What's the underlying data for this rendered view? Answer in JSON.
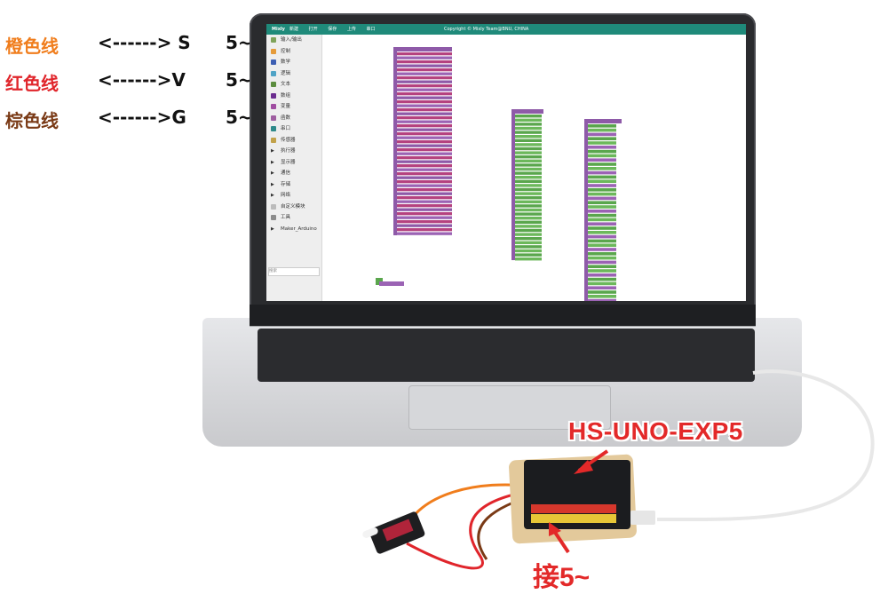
{
  "legend": {
    "rows": [
      {
        "wire": "橙色线",
        "arrow": "<------> S",
        "pin": "5~",
        "color": "#f07d1c"
      },
      {
        "wire": "红色线",
        "arrow": "<------>V",
        "pin": "5~",
        "color": "#e0252b"
      },
      {
        "wire": "棕色线",
        "arrow": "<------>G",
        "pin": "5~",
        "color": "#7a3a16"
      }
    ]
  },
  "app": {
    "logo": "Mixly",
    "menu": [
      "新建",
      "打开",
      "保存",
      "上传",
      "串口"
    ],
    "copyright": "Copyright © Mixly Team@BNU, CHINA",
    "header_color": "#1f8a7a",
    "palette": [
      {
        "label": "输入/输出",
        "color": "#7fa35a",
        "icon": "square-icon"
      },
      {
        "label": "控制",
        "color": "#e59b3a",
        "icon": "square-icon"
      },
      {
        "label": "数学",
        "color": "#3d5fb3",
        "icon": "square-icon"
      },
      {
        "label": "逻辑",
        "color": "#4fa3c6",
        "icon": "square-icon"
      },
      {
        "label": "文本",
        "color": "#5c8d3f",
        "icon": "square-icon"
      },
      {
        "label": "数组",
        "color": "#6b2d8f",
        "icon": "square-icon"
      },
      {
        "label": "变量",
        "color": "#a04da1",
        "icon": "square-icon"
      },
      {
        "label": "函数",
        "color": "#9e5ea0",
        "icon": "square-icon"
      },
      {
        "label": "串口",
        "color": "#2f8a8a",
        "icon": "square-icon"
      },
      {
        "label": "传感器",
        "color": "#c2a24a",
        "icon": "square-icon"
      },
      {
        "label": "执行器",
        "color": "",
        "icon": "triangle-right-icon"
      },
      {
        "label": "显示器",
        "color": "",
        "icon": "triangle-right-icon"
      },
      {
        "label": "通信",
        "color": "",
        "icon": "triangle-right-icon"
      },
      {
        "label": "存储",
        "color": "",
        "icon": "triangle-right-icon"
      },
      {
        "label": "网络",
        "color": "",
        "icon": "triangle-right-icon"
      },
      {
        "label": "自定义模块",
        "color": "#bbbbbb",
        "icon": "square-icon"
      },
      {
        "label": "工具",
        "color": "#8a8a8a",
        "icon": "square-icon"
      },
      {
        "label": "Maker_Arduino",
        "color": "",
        "icon": "triangle-right-icon"
      }
    ],
    "search_placeholder": "搜索"
  },
  "callouts": {
    "model": "HS-UNO-EXP5",
    "pin": "接5~"
  }
}
